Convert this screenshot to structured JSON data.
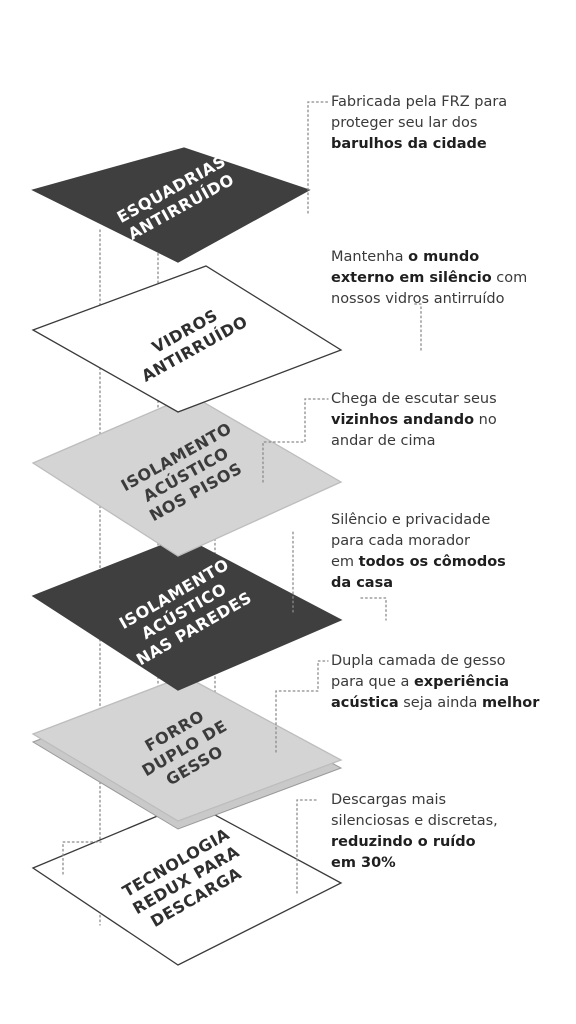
{
  "colors": {
    "dark_fill": "#3f3f3f",
    "light_fill": "#d4d4d4",
    "white_fill": "#ffffff",
    "outline": "#3a3a3a",
    "dotted": "#8a8a8a"
  },
  "layers": [
    {
      "id": "esquadrias",
      "lines": [
        "ESQUADRIAS",
        "ANTIRRUÍDO"
      ],
      "style": "dark",
      "description": [
        [
          {
            "t": "Fabricada pela FRZ para"
          }
        ],
        [
          {
            "t": "proteger seu lar dos"
          }
        ],
        [
          {
            "t": "barulhos da cidade",
            "b": true
          }
        ]
      ]
    },
    {
      "id": "vidros",
      "lines": [
        "VIDROS",
        "ANTIRRUÍDO"
      ],
      "style": "white",
      "description": [
        [
          {
            "t": "Mantenha "
          },
          {
            "t": "o mundo",
            "b": true
          }
        ],
        [
          {
            "t": "externo em silêncio",
            "b": true
          },
          {
            "t": " com"
          }
        ],
        [
          {
            "t": "nossos vidros antirruído"
          }
        ]
      ]
    },
    {
      "id": "isolamento-pisos",
      "lines": [
        "ISOLAMENTO",
        "ACÚSTICO",
        "NOS PISOS"
      ],
      "style": "light",
      "description": [
        [
          {
            "t": "Chega de escutar seus"
          }
        ],
        [
          {
            "t": "vizinhos andando",
            "b": true
          },
          {
            "t": " no"
          }
        ],
        [
          {
            "t": "andar de cima"
          }
        ]
      ]
    },
    {
      "id": "isolamento-paredes",
      "lines": [
        "ISOLAMENTO",
        "ACÚSTICO",
        "NAS PAREDES"
      ],
      "style": "dark",
      "description": [
        [
          {
            "t": "Silêncio e privacidade"
          }
        ],
        [
          {
            "t": "para cada morador"
          }
        ],
        [
          {
            "t": "em "
          },
          {
            "t": "todos os cômodos",
            "b": true
          }
        ],
        [
          {
            "t": "da casa",
            "b": true
          }
        ]
      ]
    },
    {
      "id": "forro",
      "lines": [
        "FORRO",
        "DUPLO DE",
        "GESSO"
      ],
      "style": "light-double",
      "description": [
        [
          {
            "t": "Dupla camada de gesso"
          }
        ],
        [
          {
            "t": "para que a "
          },
          {
            "t": "experiência",
            "b": true
          }
        ],
        [
          {
            "t": "acústica",
            "b": true
          },
          {
            "t": " seja ainda "
          },
          {
            "t": "melhor",
            "b": true
          }
        ]
      ]
    },
    {
      "id": "tecnologia",
      "lines": [
        "TECNOLOGIA",
        "REDUX PARA",
        "DESCARGA"
      ],
      "style": "white",
      "description": [
        [
          {
            "t": "Descargas mais"
          }
        ],
        [
          {
            "t": "silenciosas e discretas,"
          }
        ],
        [
          {
            "t": "reduzindo o ruído",
            "b": true
          }
        ],
        [
          {
            "t": "em 30%",
            "b": true
          }
        ]
      ]
    }
  ]
}
